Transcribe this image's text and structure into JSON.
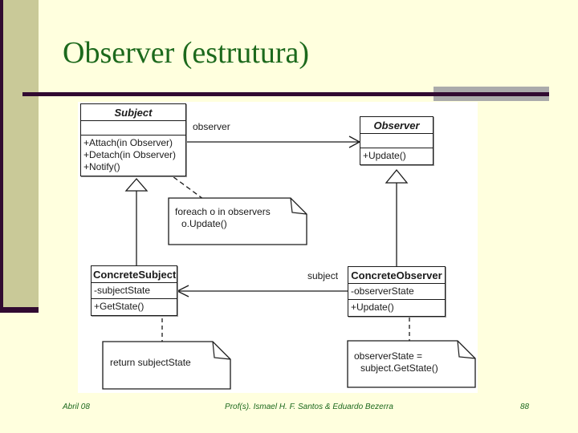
{
  "title": "Observer (estrutura)",
  "colors": {
    "background": "#FFFFDE",
    "accent_bar_olive": "#C9C998",
    "accent_maroon": "#310A31",
    "title_green": "#1C691C",
    "gray_accent": "#ABABAB",
    "diagram_background": "#FFFFFF"
  },
  "diagram": {
    "classes": {
      "subject": {
        "name": "Subject",
        "stereotype": "abstract",
        "methods": [
          "+Attach(in Observer)",
          "+Detach(in Observer)",
          "+Notify()"
        ]
      },
      "observer": {
        "name": "Observer",
        "stereotype": "abstract",
        "methods": [
          "+Update()"
        ]
      },
      "concrete_subject": {
        "name": "ConcreteSubject",
        "attributes": [
          "-subjectState"
        ],
        "methods": [
          "+GetState()"
        ]
      },
      "concrete_observer": {
        "name": "ConcreteObserver",
        "attributes": [
          "-observerState"
        ],
        "methods": [
          "+Update()"
        ]
      }
    },
    "labels": {
      "observer_role": "observer",
      "subject_role": "subject"
    },
    "notes": {
      "notify_note": {
        "line1": "foreach o in observers",
        "line2": "o.Update()"
      },
      "getstate_note": {
        "line1": "return subjectState"
      },
      "update_note": {
        "line1": "observerState =",
        "line2": "subject.GetState()"
      }
    }
  },
  "footer": {
    "date": "Abril 08",
    "authors": "Prof(s). Ismael H. F. Santos & Eduardo Bezerra",
    "page": "88"
  }
}
